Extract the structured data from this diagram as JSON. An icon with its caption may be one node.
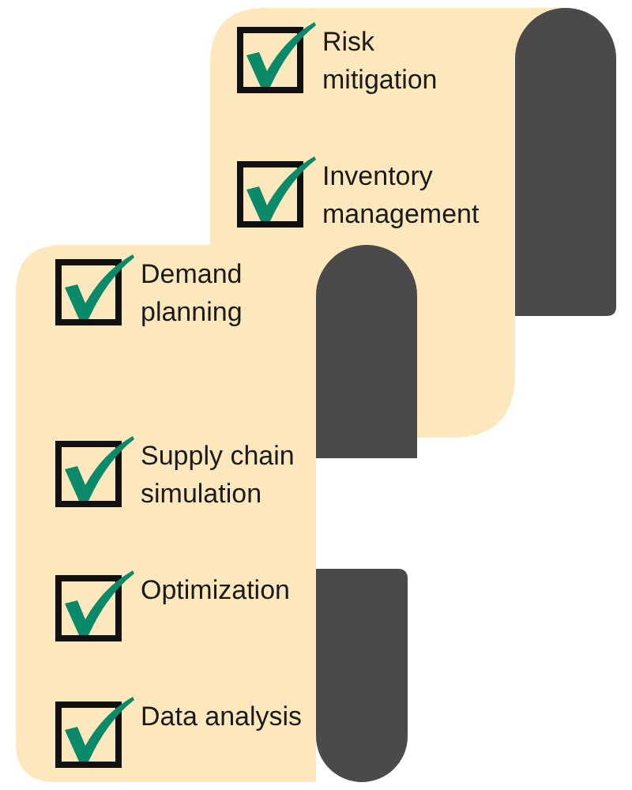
{
  "diagram": {
    "nodes": [
      {
        "text": [],
        "shape": "box"
      },
      {
        "text": [
          "Risk mitigation"
        ],
        "in": 0
      },
      {
        "text": [
          "Inventory management"
        ],
        "in": 0
      },
      {
        "text": [],
        "shape": "box"
      },
      {
        "text": [
          "Demand planning"
        ],
        "in": 3
      },
      {
        "text": [
          "Supply chain simulation"
        ],
        "in": 3
      },
      {
        "text": [
          "Optimization"
        ],
        "in": 3
      },
      {
        "text": [
          "Data analysis"
        ],
        "in": 3
      }
    ]
  }
}
